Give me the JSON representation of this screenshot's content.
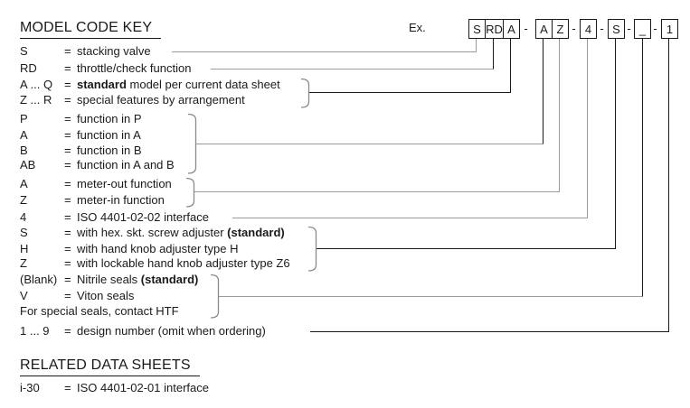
{
  "header": {
    "title": "MODEL CODE KEY"
  },
  "example": {
    "label": "Ex.",
    "codes": [
      "S",
      "RD",
      "A",
      "A",
      "Z",
      "4",
      "S",
      "_",
      "1"
    ],
    "separator": "-"
  },
  "key": {
    "rows": [
      {
        "code": "S",
        "eq": "=",
        "pre": "stacking valve",
        "bold": "",
        "post": ""
      },
      {
        "code": "RD",
        "eq": "=",
        "pre": "throttle/check function",
        "bold": "",
        "post": ""
      },
      {
        "code": "A ... Q",
        "eq": "=",
        "pre": "",
        "bold": "standard",
        "post": " model per current data sheet"
      },
      {
        "code": "Z ... R",
        "eq": "=",
        "pre": "special features by arrangement",
        "bold": "",
        "post": ""
      },
      {
        "code": "P",
        "eq": "=",
        "pre": "function in P",
        "bold": "",
        "post": ""
      },
      {
        "code": "A",
        "eq": "=",
        "pre": "function in A",
        "bold": "",
        "post": ""
      },
      {
        "code": "B",
        "eq": "=",
        "pre": "function in B",
        "bold": "",
        "post": ""
      },
      {
        "code": "AB",
        "eq": "=",
        "pre": "function in A and B",
        "bold": "",
        "post": ""
      },
      {
        "code": "A",
        "eq": "=",
        "pre": "meter-out function",
        "bold": "",
        "post": ""
      },
      {
        "code": "Z",
        "eq": "=",
        "pre": "meter-in function",
        "bold": "",
        "post": ""
      },
      {
        "code": "4",
        "eq": "=",
        "pre": "ISO 4401-02-02 interface",
        "bold": "",
        "post": ""
      },
      {
        "code": "S",
        "eq": "=",
        "pre": "with hex. skt. screw adjuster ",
        "bold": "(standard)",
        "post": ""
      },
      {
        "code": "H",
        "eq": "=",
        "pre": "with hand knob adjuster type H",
        "bold": "",
        "post": ""
      },
      {
        "code": "Z",
        "eq": "=",
        "pre": "with lockable hand knob adjuster type Z6",
        "bold": "",
        "post": ""
      },
      {
        "code": "(Blank)",
        "eq": "=",
        "pre": "Nitrile seals ",
        "bold": "(standard)",
        "post": ""
      },
      {
        "code": "V",
        "eq": "=",
        "pre": "Viton seals",
        "bold": "",
        "post": ""
      },
      {
        "code": "",
        "eq": "",
        "pre": "For special seals, contact HTF",
        "bold": "",
        "post": ""
      },
      {
        "code": "1 ... 9",
        "eq": "=",
        "pre": "design number (omit when ordering)",
        "bold": "",
        "post": ""
      }
    ]
  },
  "related": {
    "title": "RELATED DATA SHEETS",
    "rows": [
      {
        "code": "i-30",
        "eq": "=",
        "pre": "ISO 4401-02-01 interface",
        "bold": "",
        "post": ""
      }
    ]
  },
  "colors": {
    "background": "#ffffff",
    "text": "#1a1a1a",
    "line_black": "#1a1a1a",
    "line_gray": "#9b9b9b",
    "brace": "#8a8a8a"
  }
}
